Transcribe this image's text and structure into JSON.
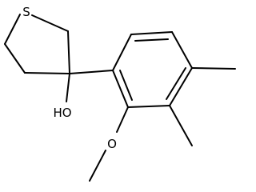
{
  "molecule": {
    "atoms": {
      "sulfur": "S",
      "hydroxyl": "HO",
      "methoxy_oxygen": "O"
    }
  }
}
